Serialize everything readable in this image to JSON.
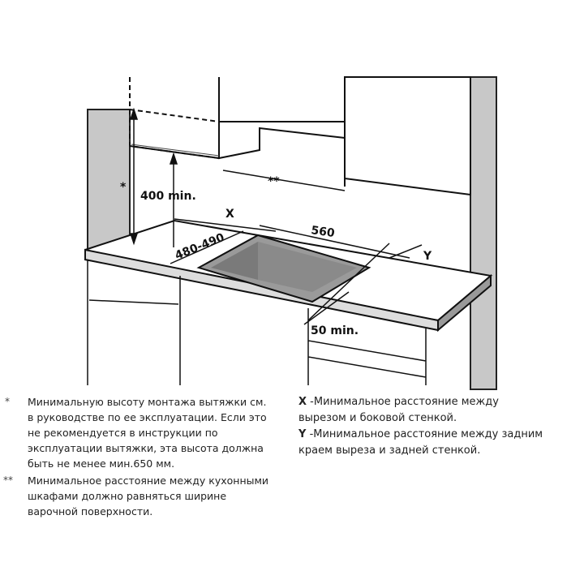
{
  "diagram": {
    "labels": {
      "asterisk": "*",
      "hood_height": "400 min.",
      "x": "X",
      "width": "560",
      "depth": "480-490",
      "double_asterisk": "**",
      "y": "Y",
      "front_gap": "50 min."
    }
  },
  "notes": {
    "left": [
      {
        "mark": "*",
        "lines": [
          "Минимальную высоту монтажа вытяжки см.",
          "в руководстве по ее эксплуатации. Если это",
          "не рекомендуется в инструкции по",
          "эксплуатации вытяжки, эта высота должна",
          "быть не менее мин.650 мм."
        ]
      },
      {
        "mark": "**",
        "lines": [
          "Минимальное расстояние между кухонными",
          "шкафами должно равняться ширине",
          "варочной поверхности."
        ]
      }
    ],
    "right": [
      {
        "key": "X",
        "lines": [
          "-Минимальное расстояние между",
          "вырезом и боковой стенкой."
        ]
      },
      {
        "key": "Y",
        "lines": [
          "-Минимальное расстояние между задним",
          "краем выреза и задней стенкой."
        ]
      }
    ]
  }
}
